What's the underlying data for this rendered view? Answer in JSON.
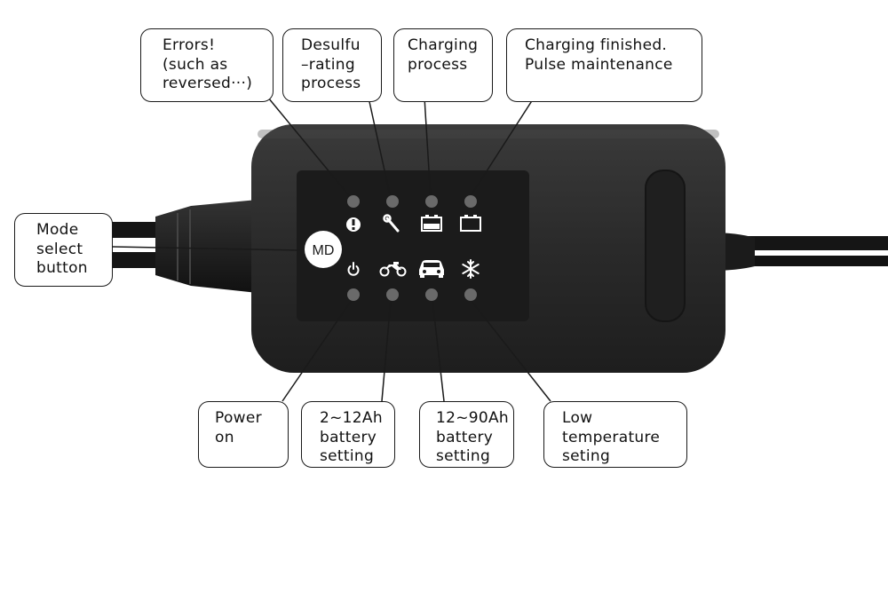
{
  "charger": {
    "button_label": "MD",
    "body_color": "#2a2a2a",
    "panel_color": "#1b1b1b",
    "led_color": "#6a6a6a",
    "icon_color": "#ffffff"
  },
  "top_indicators": [
    {
      "icon": "exclamation-icon",
      "lines": [
        "Errors!",
        "(such as",
        "reversed···)"
      ]
    },
    {
      "icon": "wrench-icon",
      "lines": [
        "Desulfu",
        "–rating",
        "process"
      ]
    },
    {
      "icon": "battery-charging-icon",
      "lines": [
        "Charging",
        "process"
      ]
    },
    {
      "icon": "battery-full-icon",
      "lines": [
        "Charging finished.",
        "Pulse maintenance"
      ]
    }
  ],
  "bottom_indicators": [
    {
      "icon": "power-icon",
      "lines": [
        "Power",
        "on"
      ]
    },
    {
      "icon": "motorcycle-icon",
      "lines": [
        "2~12Ah",
        "battery",
        "setting"
      ]
    },
    {
      "icon": "car-icon",
      "lines": [
        "12~90Ah",
        "battery",
        "setting"
      ]
    },
    {
      "icon": "snowflake-icon",
      "lines": [
        "Low",
        "temperature",
        "seting"
      ]
    }
  ],
  "mode_button_callout": {
    "lines": [
      "Mode",
      "select",
      "button"
    ]
  }
}
